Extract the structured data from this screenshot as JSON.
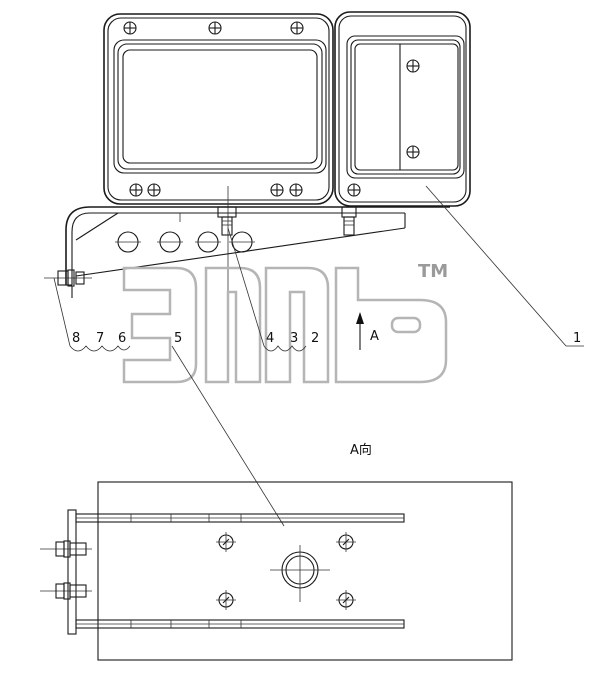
{
  "callouts": {
    "c1": "1",
    "c2": "2",
    "c3": "3",
    "c4": "4",
    "c5": "5",
    "c6": "6",
    "c7": "7",
    "c8": "8"
  },
  "view_arrow_label": "A",
  "view_title": "A向",
  "watermark": {
    "trademark": "TM"
  }
}
